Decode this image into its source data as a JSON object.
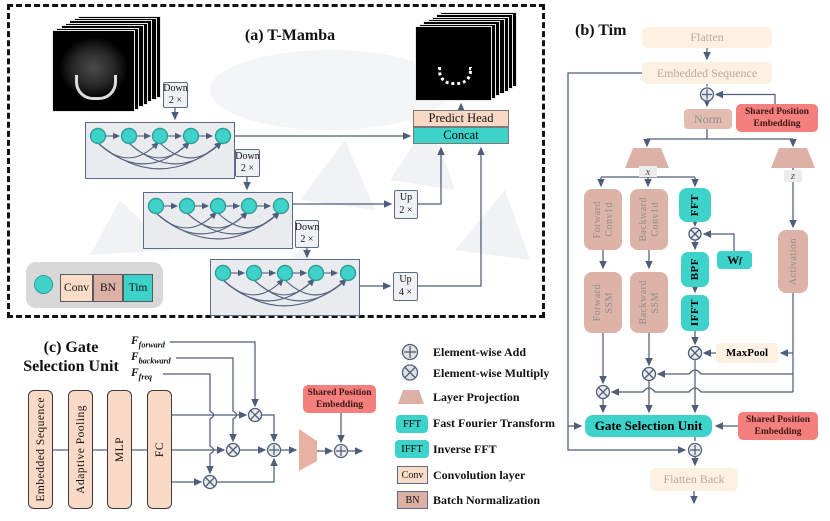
{
  "colors": {
    "teal": "#3ED3CA",
    "peach": "#F9D8C6",
    "cream": "#FDF1E3",
    "dusty_pink": "#DDB3A7",
    "red_badge": "#F4807E",
    "connector": "#4E5D7A",
    "panel_gray": "#ECECEC"
  },
  "panel_a": {
    "title": "(a) T-Mamba",
    "down": {
      "label": "Down",
      "factor": "2 ×"
    },
    "up_2x": {
      "label": "Up",
      "factor": "2 ×"
    },
    "up_4x": {
      "label": "Up",
      "factor": "4 ×"
    },
    "predict_head": "Predict Head",
    "concat": "Concat",
    "legend": {
      "conv": "Conv",
      "bn": "BN",
      "tim": "Tim"
    }
  },
  "panel_b": {
    "title": "(b) Tim",
    "flatten": "Flatten",
    "embedded_sequence": "Embedded Sequence",
    "shared_position_embedding": [
      "Shared Position",
      "Embedding"
    ],
    "norm": "Norm",
    "x_label": "x",
    "z_label": "z",
    "forward_conv1d": [
      "Forward",
      "Conv1d"
    ],
    "backward_conv1d": [
      "Backward",
      "Conv1d"
    ],
    "fft": "FFT",
    "bpf": "BPF",
    "ifft": "IFFT",
    "w_f": {
      "base": "W",
      "sub": "f"
    },
    "forward_ssm": [
      "Forward",
      "SSM"
    ],
    "backward_ssm": [
      "Backward",
      "SSM"
    ],
    "activation": "Activation",
    "maxpool": "MaxPool",
    "gate_selection_unit": "Gate Selection Unit",
    "flatten_back": "Flatten Back"
  },
  "panel_c": {
    "title": [
      "(c) Gate",
      "Selection Unit"
    ],
    "inputs": [
      {
        "base": "F",
        "sub": "forward"
      },
      {
        "base": "F",
        "sub": "backward"
      },
      {
        "base": "F",
        "sub": "freq"
      }
    ],
    "blocks": [
      "Embedded Sequence",
      "Adaptive Pooling",
      "MLP",
      "FC"
    ],
    "shared_position_embedding": [
      "Shared Position",
      "Embedding"
    ]
  },
  "legend": {
    "items": [
      {
        "icon": "element-wise-add",
        "label": "Element-wise Add"
      },
      {
        "icon": "element-wise-multiply",
        "label": "Element-wise Multiply"
      },
      {
        "icon": "layer-projection",
        "label": "Layer Projection"
      },
      {
        "icon": "fft",
        "icon_text": "FFT",
        "label": "Fast Fourier Transform"
      },
      {
        "icon": "ifft",
        "icon_text": "IFFT",
        "label": "Inverse FFT"
      },
      {
        "icon": "conv",
        "icon_text": "Conv",
        "label": "Convolution layer"
      },
      {
        "icon": "bn",
        "icon_text": "BN",
        "label": "Batch Normalization"
      }
    ]
  }
}
